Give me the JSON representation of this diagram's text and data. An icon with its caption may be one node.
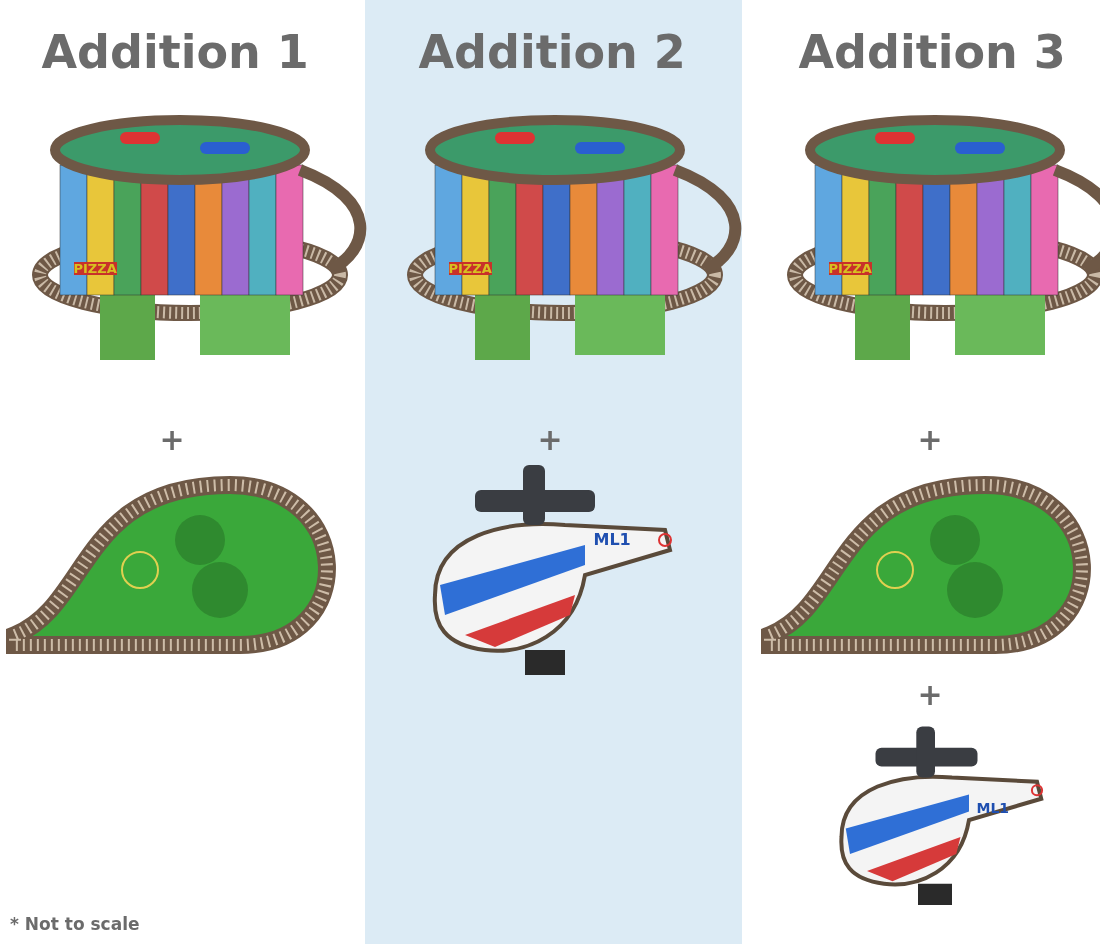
{
  "diagram": {
    "labels": [
      "Addition 1",
      "Addition 2",
      "Addition 3",
      "PIZZA",
      "PIZZA",
      "PIZZA",
      "+",
      "+",
      "+",
      "ML1",
      "+",
      "ML1",
      "* Not to scale"
    ]
  }
}
